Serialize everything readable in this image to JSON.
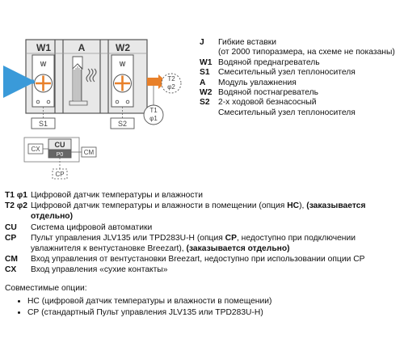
{
  "diagram": {
    "unit_top_labels": {
      "w1": "W1",
      "a": "A",
      "w2": "W2"
    },
    "heater_letter": "W",
    "s1": "S1",
    "s2": "S2",
    "t2_label": "T2",
    "t2_phi": "φ2",
    "t1_label": "T1",
    "t1_phi": "φ1",
    "cu_title": "CU",
    "cu_p0": "P0",
    "cx": "CX",
    "cm": "CM",
    "cp": "CP",
    "colors": {
      "air_in": "#3a9ad9",
      "air_out": "#e8802a",
      "heater_cross": "#e8802a",
      "frame": "#555555"
    }
  },
  "legend": {
    "items": [
      {
        "code": "J",
        "lines": [
          "Гибкие вставки",
          "(от 2000 типоразмера, на схеме не показаны)"
        ]
      },
      {
        "code": "W1",
        "lines": [
          "Водяной преднагреватель"
        ]
      },
      {
        "code": "S1",
        "lines": [
          "Смесительный узел теплоносителя"
        ]
      },
      {
        "code": "A",
        "lines": [
          "Модуль увлажнения"
        ]
      },
      {
        "code": "W2",
        "lines": [
          "Водяной постнагреватель"
        ]
      },
      {
        "code": "S2",
        "lines": [
          "2-х ходовой безнасосный",
          "Смесительный узел теплоносителя"
        ]
      }
    ]
  },
  "bottom_legend": {
    "t1": {
      "code": "T1 φ1",
      "text": "Цифровой датчик температуры и влажности"
    },
    "t2": {
      "code": "T2 φ2",
      "text": "Цифровой датчик температуры и влажности в помещении (опция ",
      "bold1": "НС",
      "mid": "), ",
      "bold2": "(заказывается отдельно)"
    },
    "cu": {
      "code": "CU",
      "text": "Система цифровой автоматики"
    },
    "cp": {
      "code": "CP",
      "text": "Пульт управления JLV135 или TPD283U-H (опция ",
      "bold1": "СР",
      "mid": ", недоступно при подключении увлажнителя к вентустановке Breezart), ",
      "bold2": "(заказывается отдельно)"
    },
    "cm": {
      "code": "CM",
      "text": "Вход управления от вентустановки Breezart, недоступно при использовании опции СР"
    },
    "cx": {
      "code": "CX",
      "text": "Вход управления «сухие контакты»"
    }
  },
  "compat": {
    "title": "Совместимые опции:",
    "items": [
      "НС (цифровой датчик температуры и влажности в помещении)",
      "СР (стандартный Пульт управления JLV135 или TPD283U-H)"
    ]
  }
}
